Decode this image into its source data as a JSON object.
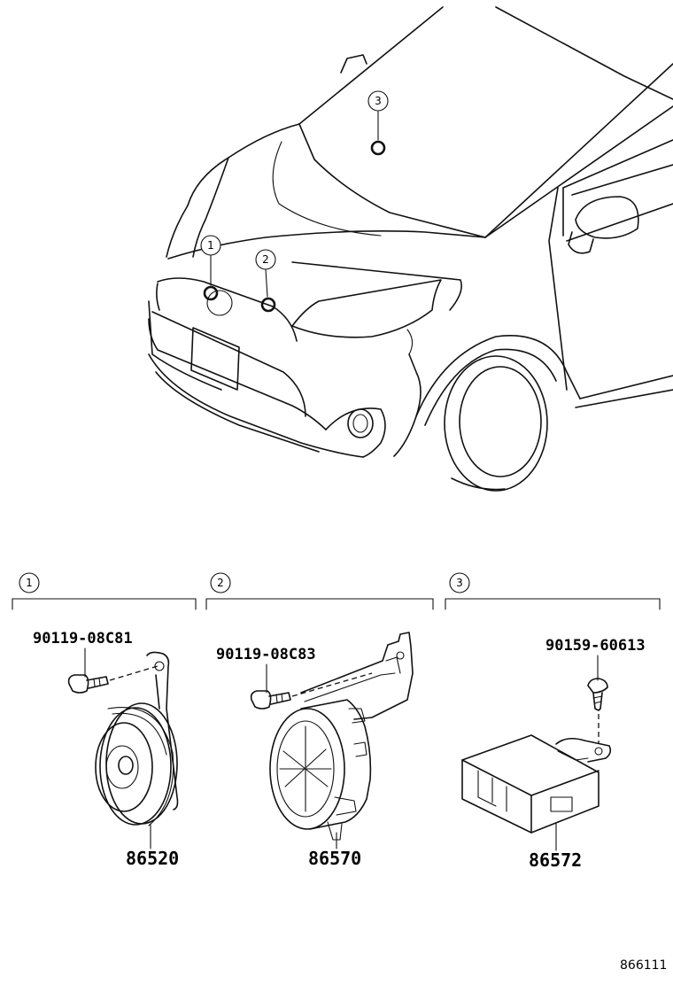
{
  "car_callouts": [
    {
      "id": "1"
    },
    {
      "id": "2"
    },
    {
      "id": "3"
    }
  ],
  "sections": [
    {
      "id": "1",
      "bolt_part": "90119-08C81",
      "main_part": "86520",
      "component": "horn"
    },
    {
      "id": "2",
      "bolt_part": "90119-08C83",
      "main_part": "86570",
      "component": "sounder"
    },
    {
      "id": "3",
      "bolt_part": "90159-60613",
      "main_part": "86572",
      "component": "control-module"
    }
  ],
  "diagram_code": "866111"
}
